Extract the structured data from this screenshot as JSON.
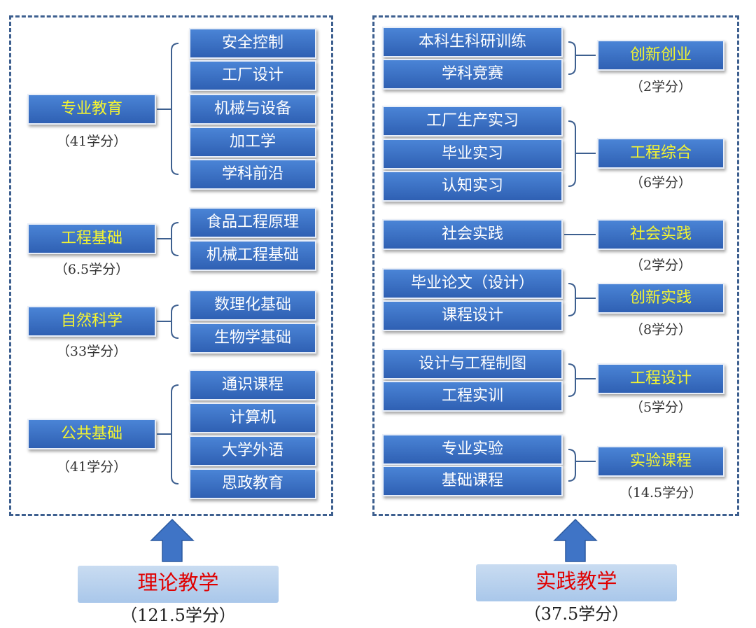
{
  "theory": {
    "title": "理论教学",
    "credit": "（121.5学分）",
    "groups": [
      {
        "category": "专业教育",
        "credit": "（41学分）",
        "items": [
          "安全控制",
          "工厂设计",
          "机械与设备",
          "加工学",
          "学科前沿"
        ]
      },
      {
        "category": "工程基础",
        "credit": "（6.5学分）",
        "items": [
          "食品工程原理",
          "机械工程基础"
        ]
      },
      {
        "category": "自然科学",
        "credit": "（33学分）",
        "items": [
          "数理化基础",
          "生物学基础"
        ]
      },
      {
        "category": "公共基础",
        "credit": "（41学分）",
        "items": [
          "通识课程",
          "计算机",
          "大学外语",
          "思政教育"
        ]
      }
    ]
  },
  "practice": {
    "title": "实践教学",
    "credit": "（37.5学分）",
    "groups": [
      {
        "category": "创新创业",
        "credit": "（2学分）",
        "items": [
          "本科生科研训练",
          "学科竞赛"
        ]
      },
      {
        "category": "工程综合",
        "credit": "（6学分）",
        "items": [
          "工厂生产实习",
          "毕业实习",
          "认知实习"
        ]
      },
      {
        "category": "社会实践",
        "credit": "（2学分）",
        "items": [
          "社会实践"
        ]
      },
      {
        "category": "创新实践",
        "credit": "（8学分）",
        "items": [
          "毕业论文（设计）",
          "课程设计"
        ]
      },
      {
        "category": "工程设计",
        "credit": "（5学分）",
        "items": [
          "设计与工程制图",
          "工程实训"
        ]
      },
      {
        "category": "实验课程",
        "credit": "（14.5学分）",
        "items": [
          "专业实验",
          "基础课程"
        ]
      }
    ]
  }
}
